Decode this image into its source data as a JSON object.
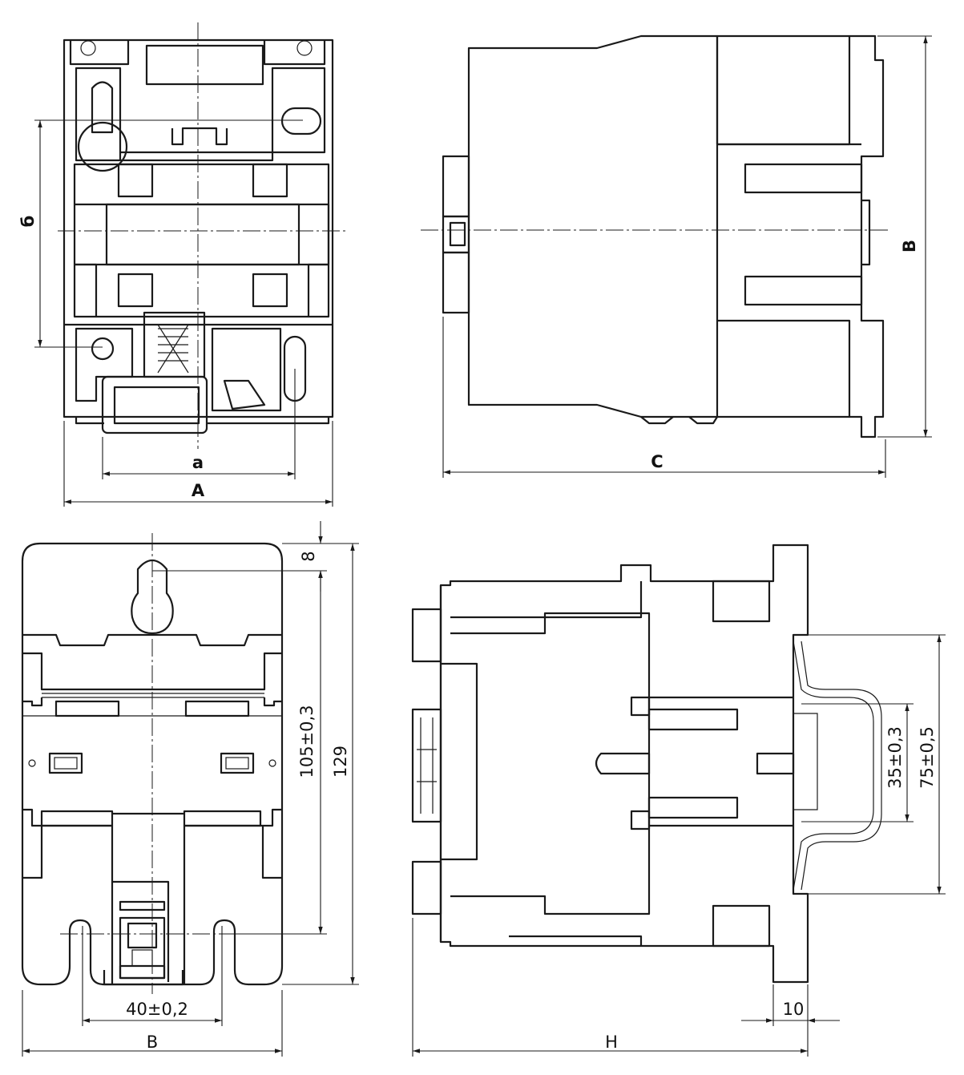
{
  "colors": {
    "line": "#1a1a1a",
    "background": "#ffffff"
  },
  "views": {
    "front": {
      "dim_a": "a",
      "dim_A": "A",
      "dim_b": "б"
    },
    "side": {
      "dim_C": "C",
      "dim_B": "B"
    },
    "rear": {
      "dim_8": "8",
      "dim_105": "105±0,3",
      "dim_129": "129",
      "dim_40": "40±0,2",
      "dim_B": "B"
    },
    "din": {
      "dim_35": "35±0,3",
      "dim_75": "75±0,5",
      "dim_10": "10",
      "dim_H": "H"
    }
  }
}
